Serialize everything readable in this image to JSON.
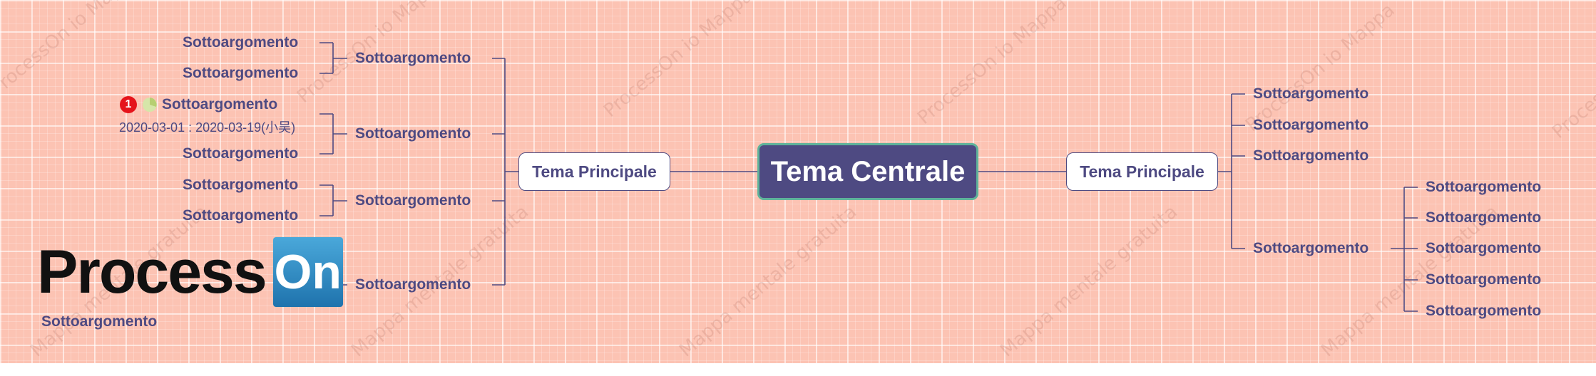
{
  "central_topic": "Tema Centrale",
  "main_topic_left": "Tema Principale",
  "main_topic_right": "Tema Principale",
  "subtopic_label": "Sottoargomento",
  "watermarks": [
    "ProcessOn io Mappa",
    "Mappa mentale gratuita"
  ],
  "task": {
    "priority": "1",
    "dates": "2020-03-01 : 2020-03-19(小吴)"
  },
  "logo": {
    "word": "Process",
    "tile": "On"
  },
  "colors": {
    "background": "#fcc3b3",
    "node_text": "#4e4a82",
    "central_fill": "#4e4a82",
    "central_border": "#5fb39a",
    "priority_badge": "#e5141b"
  }
}
